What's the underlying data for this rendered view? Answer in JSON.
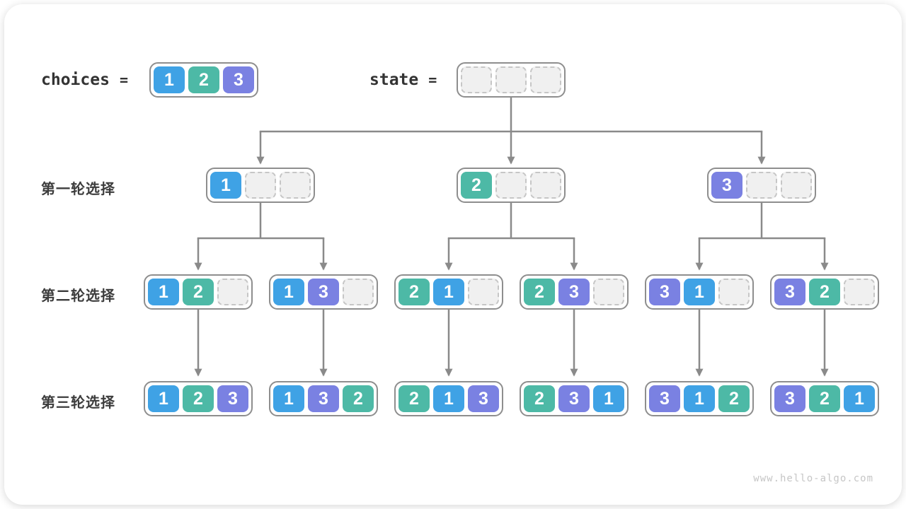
{
  "page": {
    "watermark": "www.hello-algo.com"
  },
  "colors": {
    "1": "#3fa2e5",
    "2": "#4db9a6",
    "3": "#7a81e2",
    "arrow": "#8a8a8a",
    "box_border": "#8e8e8e",
    "empty_fill": "#f0f0f0"
  },
  "header": {
    "choices_label": "choices",
    "equals": "=",
    "choices": [
      1,
      2,
      3
    ],
    "state_label": "state",
    "state": [
      null,
      null,
      null
    ]
  },
  "rows": [
    {
      "label": "第一轮选择",
      "boxes": [
        [
          1,
          null,
          null
        ],
        [
          2,
          null,
          null
        ],
        [
          3,
          null,
          null
        ]
      ]
    },
    {
      "label": "第二轮选择",
      "boxes": [
        [
          1,
          2,
          null
        ],
        [
          1,
          3,
          null
        ],
        [
          2,
          1,
          null
        ],
        [
          2,
          3,
          null
        ],
        [
          3,
          1,
          null
        ],
        [
          3,
          2,
          null
        ]
      ]
    },
    {
      "label": "第三轮选择",
      "boxes": [
        [
          1,
          2,
          3
        ],
        [
          1,
          3,
          2
        ],
        [
          2,
          1,
          3
        ],
        [
          2,
          3,
          1
        ],
        [
          3,
          1,
          2
        ],
        [
          3,
          2,
          1
        ]
      ]
    }
  ]
}
